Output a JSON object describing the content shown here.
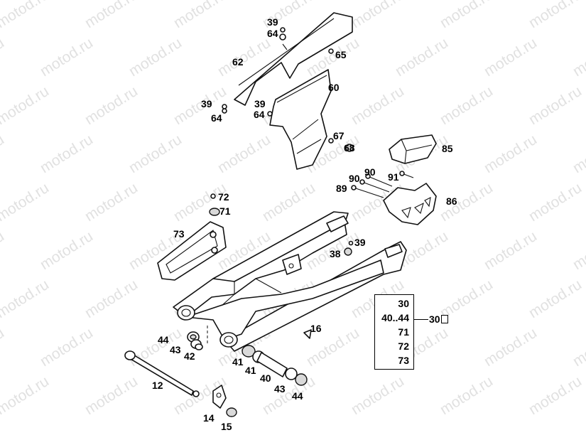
{
  "watermark": {
    "text": "motod.ru"
  },
  "callouts": {
    "c12": "12",
    "c14": "14",
    "c15": "15",
    "c16": "16",
    "c38": "38",
    "c39a": "39",
    "c39b": "39",
    "c39c": "39",
    "c39d": "39",
    "c40": "40",
    "c41a": "41",
    "c41b": "41",
    "c42": "42",
    "c43a": "43",
    "c43b": "43",
    "c44a": "44",
    "c44b": "44",
    "c60": "60",
    "c62": "62",
    "c64a": "64",
    "c64b": "64",
    "c64c": "64",
    "c65": "65",
    "c67": "67",
    "c68": "68",
    "c71": "71",
    "c72": "72",
    "c73": "73",
    "c85": "85",
    "c86": "86",
    "c89": "89",
    "c90a": "90",
    "c90b": "90",
    "c91": "91"
  },
  "kit": {
    "items": [
      "30",
      "40..44",
      "71",
      "72",
      "73"
    ],
    "label": "30"
  }
}
